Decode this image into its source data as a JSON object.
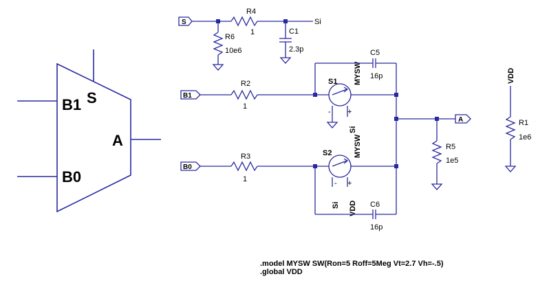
{
  "mux": {
    "in_b1": "B1",
    "in_b0": "B0",
    "select": "S",
    "output": "A"
  },
  "ports": {
    "s": "S",
    "si": "Si",
    "b1": "B1",
    "b0": "B0",
    "a": "A"
  },
  "components": {
    "r4": {
      "name": "R4",
      "value": "1"
    },
    "r6": {
      "name": "R6",
      "value": "10e6"
    },
    "c1": {
      "name": "C1",
      "value": "2.3p"
    },
    "r2": {
      "name": "R2",
      "value": "1"
    },
    "r3": {
      "name": "R3",
      "value": "1"
    },
    "s1": {
      "name": "S1",
      "model": "MYSW",
      "ctrl": "Si"
    },
    "s2": {
      "name": "S2",
      "model": "MYSW",
      "ctrl": "Si",
      "ctrl_neg": "VDD"
    },
    "c5": {
      "name": "C5",
      "value": "16p"
    },
    "c6": {
      "name": "C6",
      "value": "16p"
    },
    "r5": {
      "name": "R5",
      "value": "1e5"
    },
    "r1": {
      "name": "R1",
      "value": "1e6"
    },
    "vdd": "VDD"
  },
  "pins": {
    "plus": "+",
    "minus": "-"
  },
  "directives": {
    "model": ".model MYSW SW(Ron=5 Roff=5Meg Vt=2.7 Vh=-.5)",
    "global": ".global VDD"
  }
}
